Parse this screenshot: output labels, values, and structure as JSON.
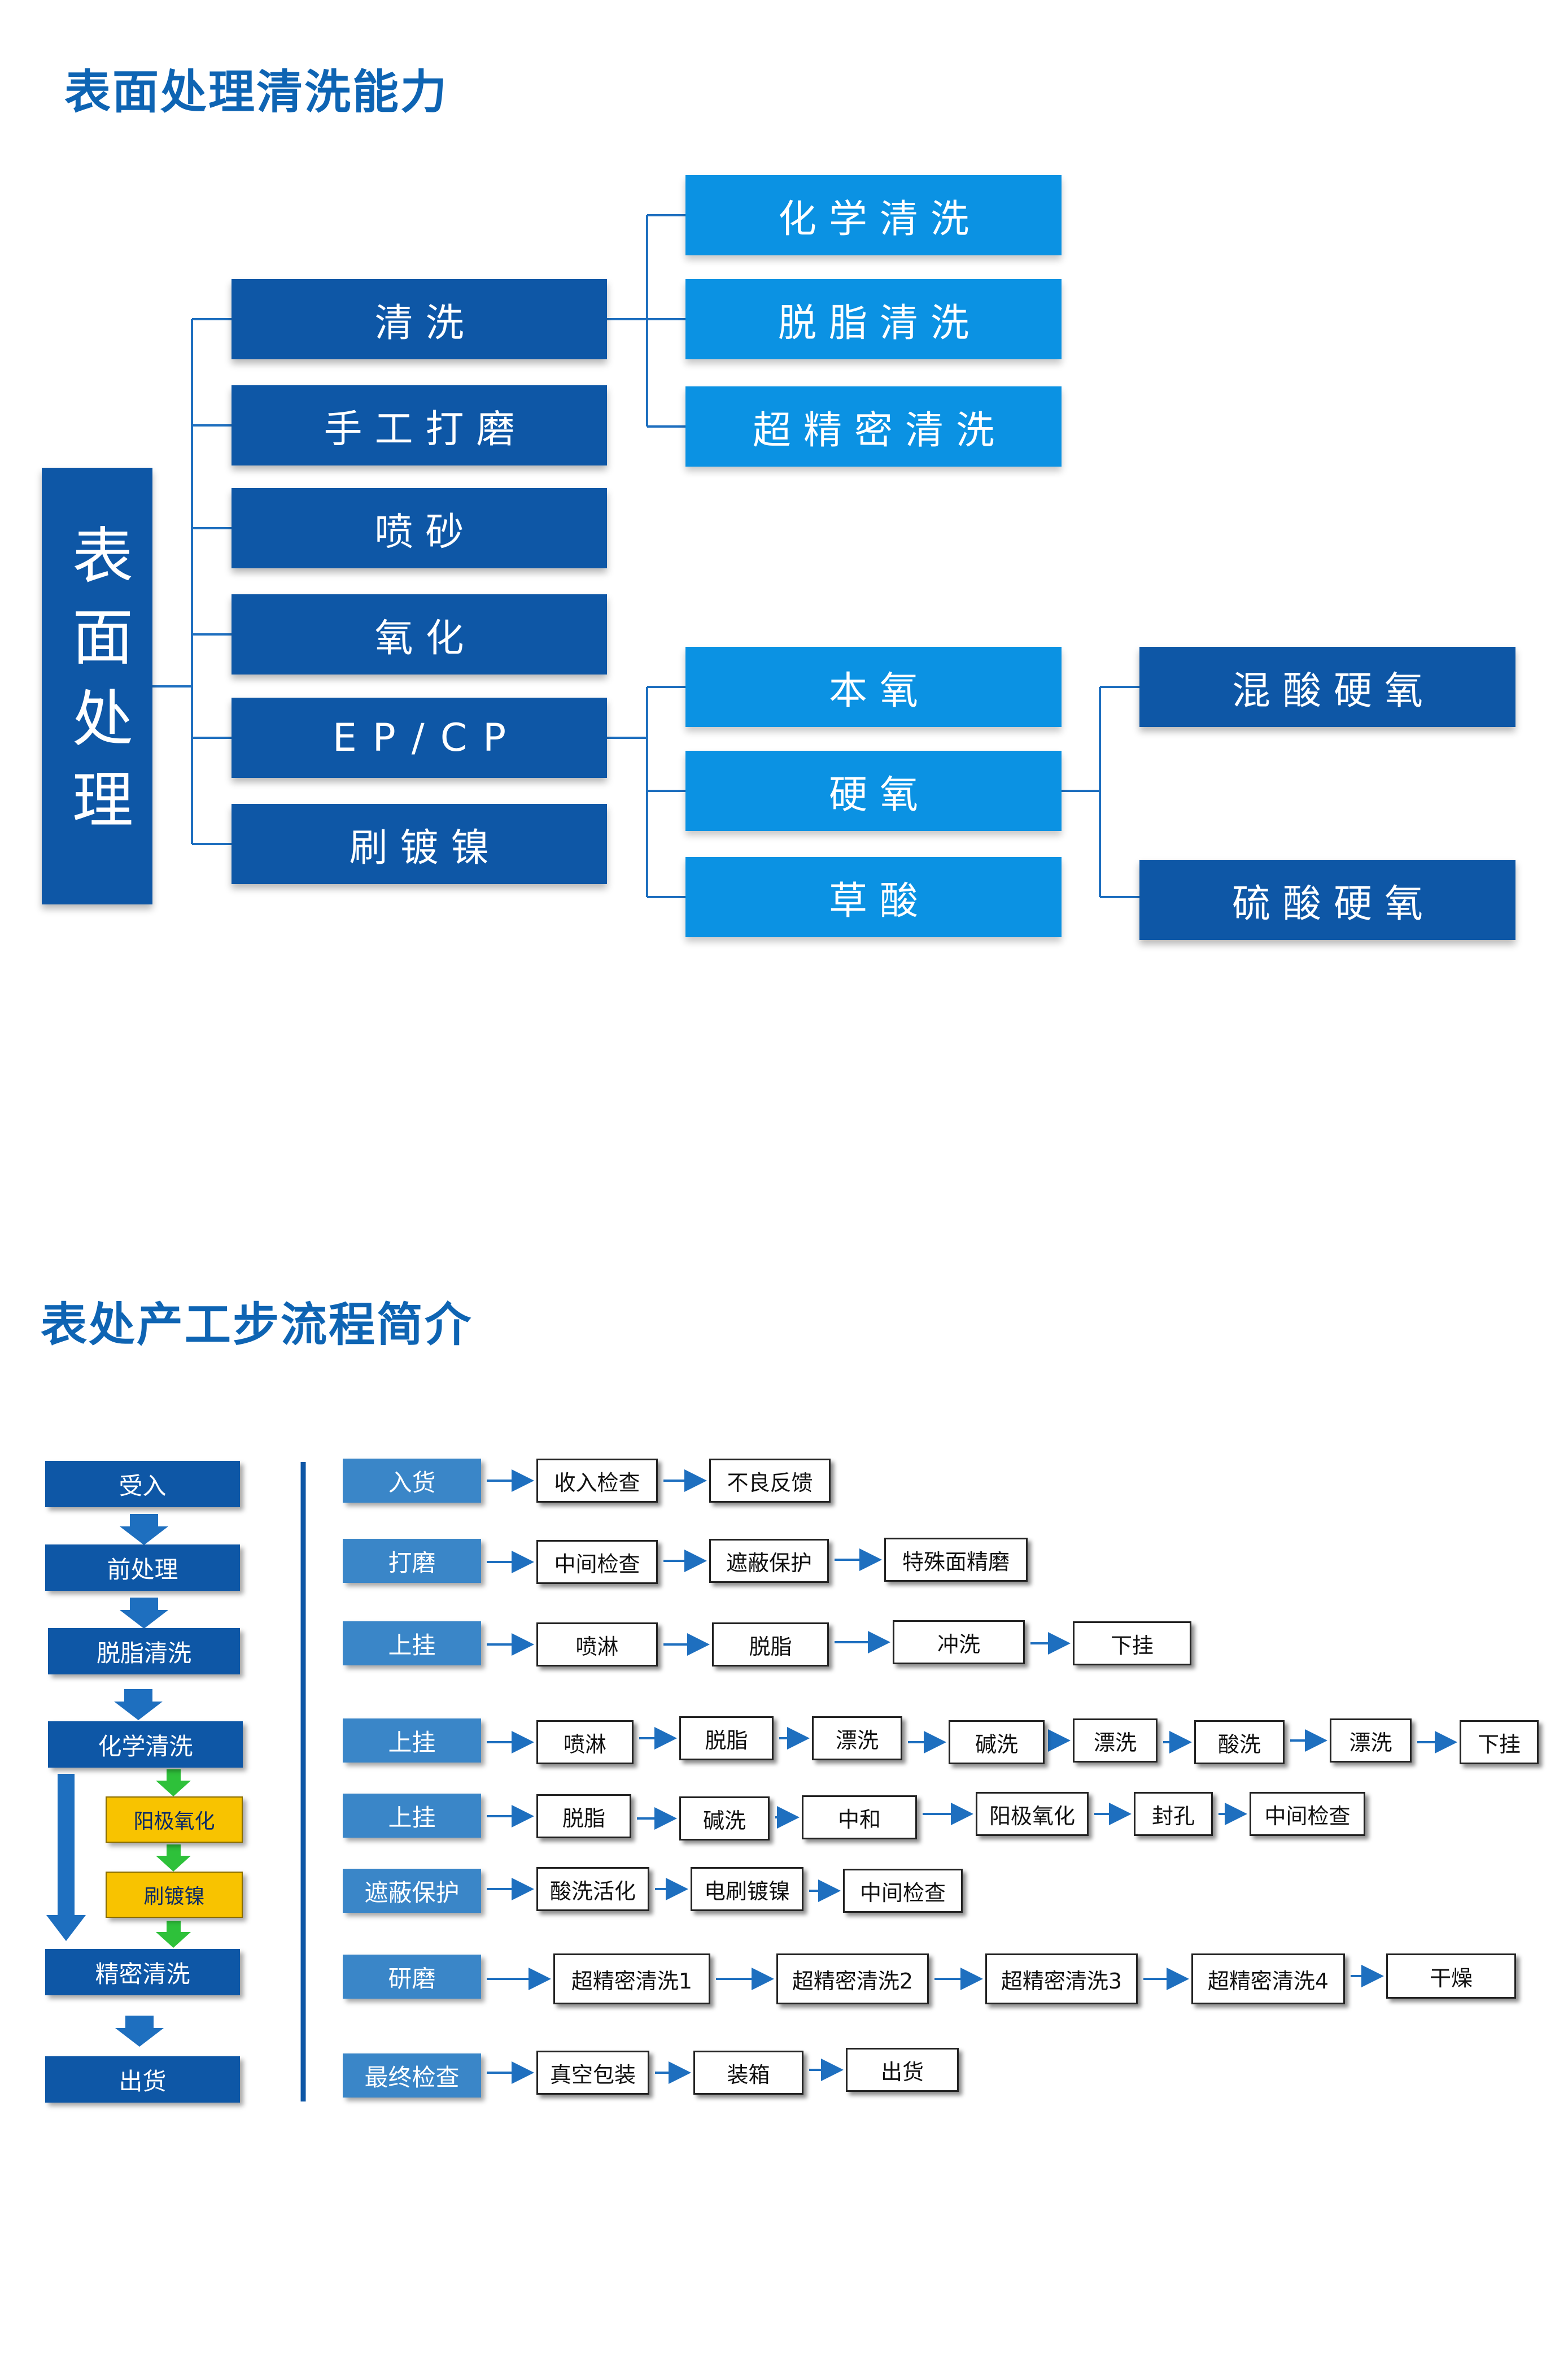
{
  "section1": {
    "title": "表面处理清洗能力",
    "root": "表面处理",
    "level1": [
      "清洗",
      "手工打磨",
      "喷砂",
      "氧化",
      "EP/CP",
      "刷镀镍"
    ],
    "cleaning_children": [
      "化学清洗",
      "脱脂清洗",
      "超精密清洗"
    ],
    "epcp_children": [
      "本氧",
      "硬氧",
      "草酸"
    ],
    "hard_children": [
      "混酸硬氧",
      "硫酸硬氧"
    ]
  },
  "section2": {
    "title": "表处产工步流程简介",
    "left_flow": [
      "受入",
      "前处理",
      "脱脂清洗",
      "化学清洗",
      "阳极氧化",
      "刷镀镍",
      "精密清洗",
      "出货"
    ],
    "rows": [
      {
        "category": "入货",
        "steps": [
          "收入检查",
          "不良反馈"
        ]
      },
      {
        "category": "打磨",
        "steps": [
          "中间检查",
          "遮蔽保护",
          "特殊面精磨"
        ]
      },
      {
        "category": "上挂",
        "steps": [
          "喷淋",
          "脱脂",
          "冲洗",
          "下挂"
        ]
      },
      {
        "category": "上挂",
        "steps": [
          "喷淋",
          "脱脂",
          "漂洗",
          "碱洗",
          "漂洗",
          "酸洗",
          "漂洗",
          "下挂"
        ]
      },
      {
        "category": "上挂",
        "steps": [
          "脱脂",
          "碱洗",
          "中和",
          "阳极氧化",
          "封孔",
          "中间检查"
        ]
      },
      {
        "category": "遮蔽保护",
        "steps": [
          "酸洗活化",
          "电刷镀镍",
          "中间检查"
        ]
      },
      {
        "category": "研磨",
        "steps": [
          "超精密清洗1",
          "超精密清洗2",
          "超精密清洗3",
          "超精密清洗4",
          "干燥"
        ]
      },
      {
        "category": "最终检查",
        "steps": [
          "真空包装",
          "装箱",
          "出货"
        ]
      }
    ]
  },
  "colors": {
    "title": "#0e64b3",
    "dark_node": "#0e57a6",
    "light_node": "#0b92e3",
    "category": "#3a86c8",
    "yellow_step": "#f8c300",
    "green_arrow": "#2ec13a",
    "connector": "#1e6fbf"
  }
}
